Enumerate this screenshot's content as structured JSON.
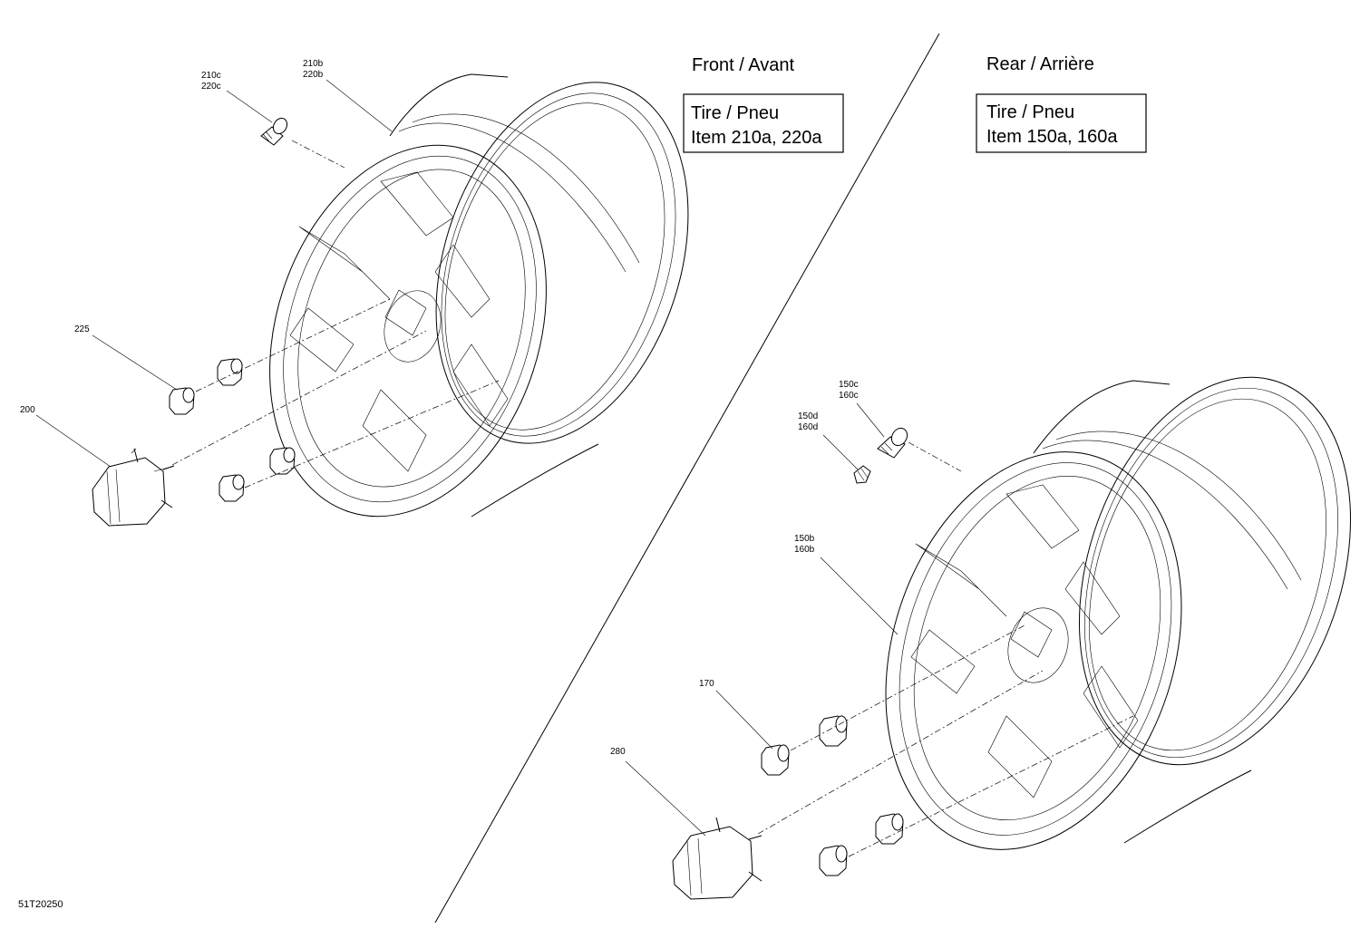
{
  "sections": {
    "front": {
      "heading": "Front / Avant",
      "note_line1": "Tire / Pneu",
      "note_line2": "Item 210a, 220a"
    },
    "rear": {
      "heading": "Rear / Arrière",
      "note_line1": "Tire / Pneu",
      "note_line2": "Item 150a, 160a"
    }
  },
  "callouts": {
    "c210c": "210c",
    "c220c": "220c",
    "c210b": "210b",
    "c220b": "220b",
    "c225": "225",
    "c200": "200",
    "c150c": "150c",
    "c160c": "160c",
    "c150d": "150d",
    "c160d": "160d",
    "c150b": "150b",
    "c160b": "160b",
    "c170": "170",
    "c280": "280"
  },
  "drawing_id": "51T20250"
}
